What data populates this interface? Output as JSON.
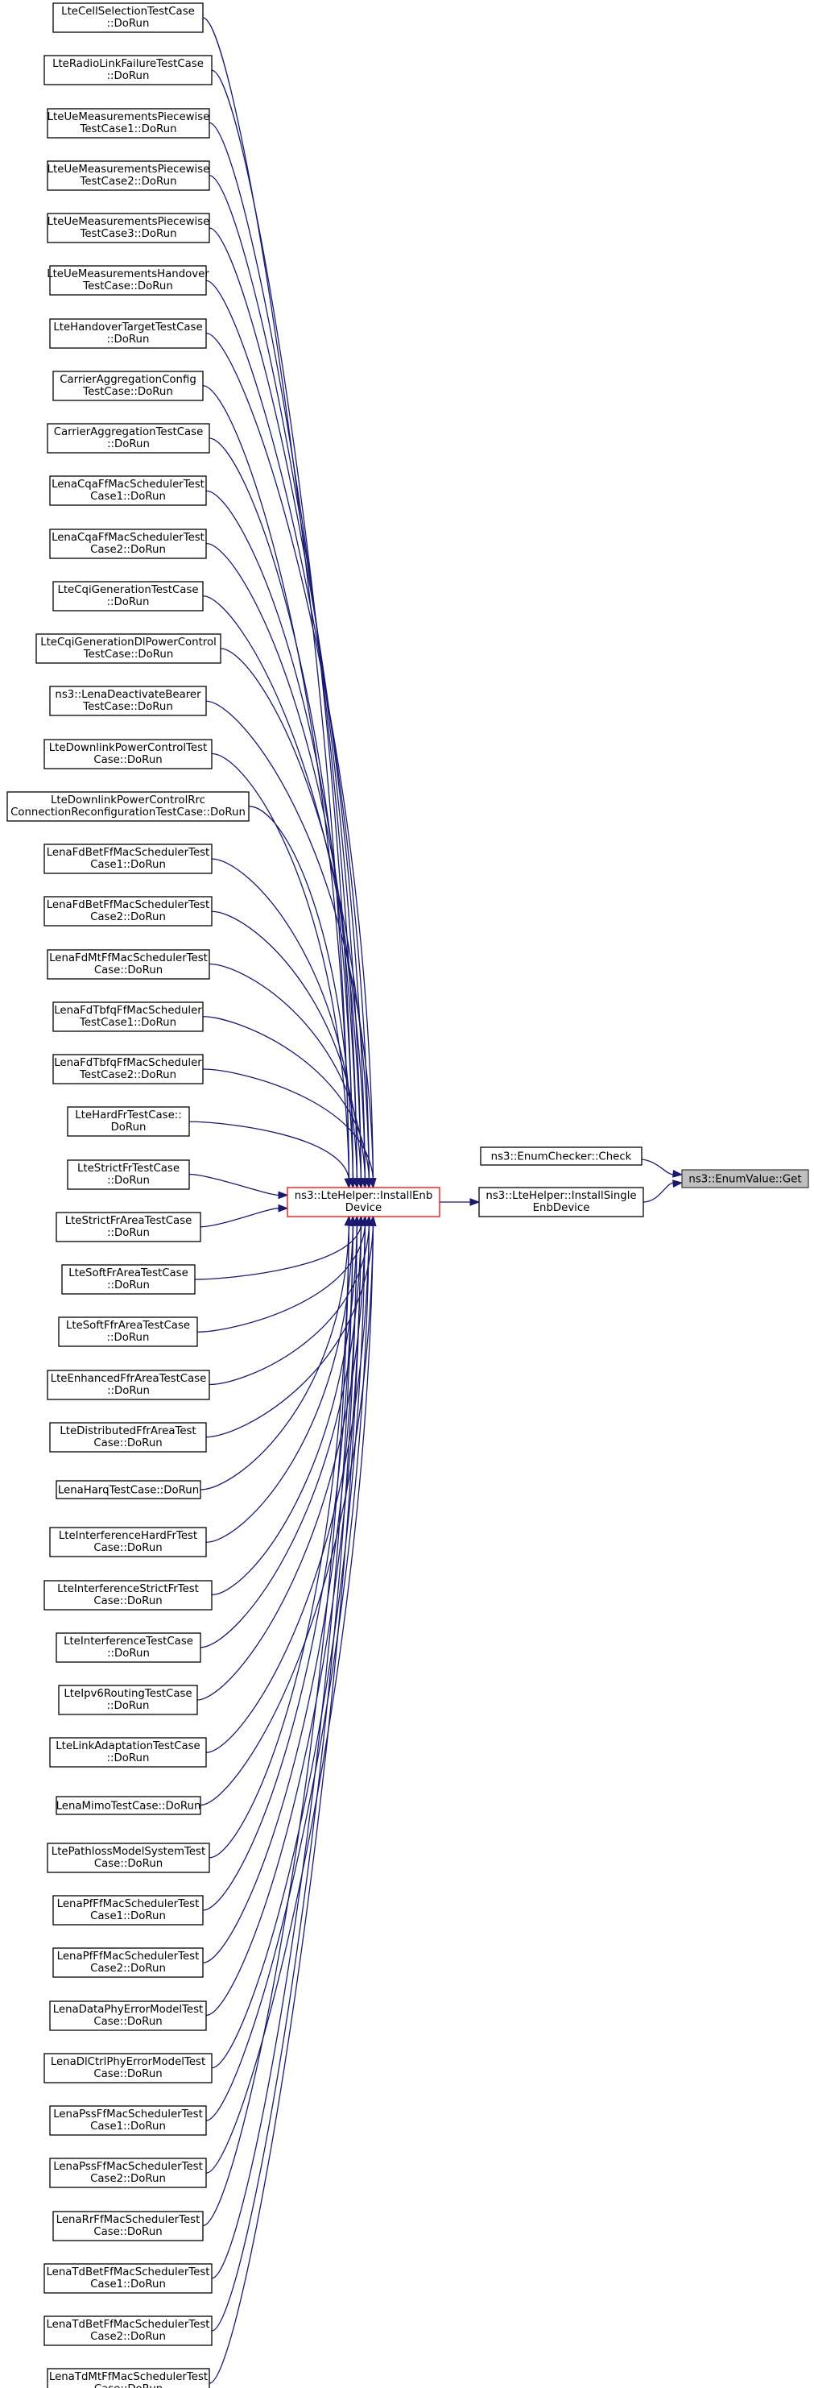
{
  "graph": {
    "target": {
      "id": "target",
      "lines": [
        "ns3::EnumValue::Get"
      ]
    },
    "middle": [
      {
        "id": "check",
        "lines": [
          "ns3::EnumChecker::Check"
        ]
      },
      {
        "id": "single",
        "lines": [
          "ns3::LteHelper::InstallSingle",
          "EnbDevice"
        ]
      }
    ],
    "hub": {
      "id": "hub",
      "lines": [
        "ns3::LteHelper::InstallEnb",
        "Device"
      ]
    },
    "callers": [
      {
        "lines": [
          "LteCellSelectionTestCase",
          "::DoRun"
        ]
      },
      {
        "lines": [
          "LteRadioLinkFailureTestCase",
          "::DoRun"
        ]
      },
      {
        "lines": [
          "LteUeMeasurementsPiecewise",
          "TestCase1::DoRun"
        ]
      },
      {
        "lines": [
          "LteUeMeasurementsPiecewise",
          "TestCase2::DoRun"
        ]
      },
      {
        "lines": [
          "LteUeMeasurementsPiecewise",
          "TestCase3::DoRun"
        ]
      },
      {
        "lines": [
          "LteUeMeasurementsHandover",
          "TestCase::DoRun"
        ]
      },
      {
        "lines": [
          "LteHandoverTargetTestCase",
          "::DoRun"
        ]
      },
      {
        "lines": [
          "CarrierAggregationConfig",
          "TestCase::DoRun"
        ]
      },
      {
        "lines": [
          "CarrierAggregationTestCase",
          "::DoRun"
        ]
      },
      {
        "lines": [
          "LenaCqaFfMacSchedulerTest",
          "Case1::DoRun"
        ]
      },
      {
        "lines": [
          "LenaCqaFfMacSchedulerTest",
          "Case2::DoRun"
        ]
      },
      {
        "lines": [
          "LteCqiGenerationTestCase",
          "::DoRun"
        ]
      },
      {
        "lines": [
          "LteCqiGenerationDlPowerControl",
          "TestCase::DoRun"
        ]
      },
      {
        "lines": [
          "ns3::LenaDeactivateBearer",
          "TestCase::DoRun"
        ]
      },
      {
        "lines": [
          "LteDownlinkPowerControlTest",
          "Case::DoRun"
        ]
      },
      {
        "lines": [
          "LteDownlinkPowerControlRrc",
          "ConnectionReconfigurationTestCase::DoRun"
        ]
      },
      {
        "lines": [
          "LenaFdBetFfMacSchedulerTest",
          "Case1::DoRun"
        ]
      },
      {
        "lines": [
          "LenaFdBetFfMacSchedulerTest",
          "Case2::DoRun"
        ]
      },
      {
        "lines": [
          "LenaFdMtFfMacSchedulerTest",
          "Case::DoRun"
        ]
      },
      {
        "lines": [
          "LenaFdTbfqFfMacScheduler",
          "TestCase1::DoRun"
        ]
      },
      {
        "lines": [
          "LenaFdTbfqFfMacScheduler",
          "TestCase2::DoRun"
        ]
      },
      {
        "lines": [
          "LteHardFrTestCase::",
          "DoRun"
        ]
      },
      {
        "lines": [
          "LteStrictFrTestCase",
          "::DoRun"
        ]
      },
      {
        "lines": [
          "LteStrictFrAreaTestCase",
          "::DoRun"
        ]
      },
      {
        "lines": [
          "LteSoftFrAreaTestCase",
          "::DoRun"
        ]
      },
      {
        "lines": [
          "LteSoftFfrAreaTestCase",
          "::DoRun"
        ]
      },
      {
        "lines": [
          "LteEnhancedFfrAreaTestCase",
          "::DoRun"
        ]
      },
      {
        "lines": [
          "LteDistributedFfrAreaTest",
          "Case::DoRun"
        ]
      },
      {
        "lines": [
          "LenaHarqTestCase::DoRun"
        ]
      },
      {
        "lines": [
          "LteInterferenceHardFrTest",
          "Case::DoRun"
        ]
      },
      {
        "lines": [
          "LteInterferenceStrictFrTest",
          "Case::DoRun"
        ]
      },
      {
        "lines": [
          "LteInterferenceTestCase",
          "::DoRun"
        ]
      },
      {
        "lines": [
          "LteIpv6RoutingTestCase",
          "::DoRun"
        ]
      },
      {
        "lines": [
          "LteLinkAdaptationTestCase",
          "::DoRun"
        ]
      },
      {
        "lines": [
          "LenaMimoTestCase::DoRun"
        ]
      },
      {
        "lines": [
          "LtePathlossModelSystemTest",
          "Case::DoRun"
        ]
      },
      {
        "lines": [
          "LenaPfFfMacSchedulerTest",
          "Case1::DoRun"
        ]
      },
      {
        "lines": [
          "LenaPfFfMacSchedulerTest",
          "Case2::DoRun"
        ]
      },
      {
        "lines": [
          "LenaDataPhyErrorModelTest",
          "Case::DoRun"
        ]
      },
      {
        "lines": [
          "LenaDlCtrlPhyErrorModelTest",
          "Case::DoRun"
        ]
      },
      {
        "lines": [
          "LenaPssFfMacSchedulerTest",
          "Case1::DoRun"
        ]
      },
      {
        "lines": [
          "LenaPssFfMacSchedulerTest",
          "Case2::DoRun"
        ]
      },
      {
        "lines": [
          "LenaRrFfMacSchedulerTest",
          "Case::DoRun"
        ]
      },
      {
        "lines": [
          "LenaTdBetFfMacSchedulerTest",
          "Case1::DoRun"
        ]
      },
      {
        "lines": [
          "LenaTdBetFfMacSchedulerTest",
          "Case2::DoRun"
        ]
      },
      {
        "lines": [
          "LenaTdMtFfMacSchedulerTest",
          "Case::DoRun"
        ]
      }
    ],
    "colors": {
      "edge": "#191970",
      "node_border": "#000000",
      "highlight_border": "#ff0000",
      "target_fill": "#bfbfbf",
      "target_border": "#404040"
    }
  }
}
